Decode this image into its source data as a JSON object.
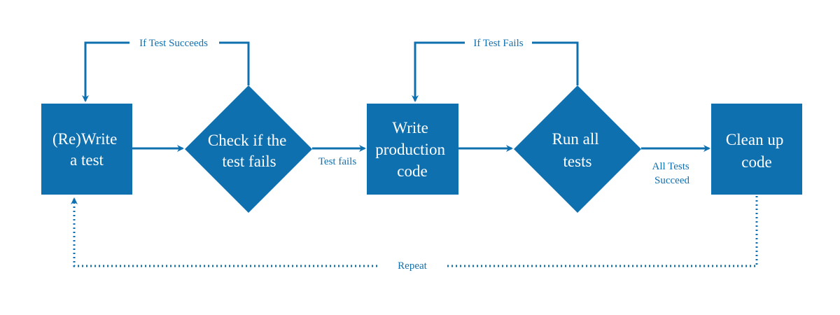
{
  "colors": {
    "node_fill": "#0f70b0",
    "node_text": "#ffffff",
    "edge": "#0f70b0",
    "edge_text": "#0f70b0",
    "background": "#ffffff"
  },
  "nodes": {
    "rewrite_test": {
      "shape": "rectangle",
      "lines": [
        "(Re)Write",
        "a test"
      ]
    },
    "check_fails": {
      "shape": "diamond",
      "lines": [
        "Check if the",
        "test fails"
      ]
    },
    "write_production": {
      "shape": "rectangle",
      "lines": [
        "Write",
        "production",
        "code"
      ]
    },
    "run_tests": {
      "shape": "diamond",
      "lines": [
        "Run all",
        "tests"
      ]
    },
    "clean_up": {
      "shape": "rectangle",
      "lines": [
        "Clean up",
        "code"
      ]
    }
  },
  "edges": {
    "if_test_succeeds": {
      "label": "If Test Succeeds",
      "style": "solid"
    },
    "test_fails": {
      "label": "Test fails",
      "style": "solid"
    },
    "if_test_fails": {
      "label": "If Test Fails",
      "style": "solid"
    },
    "all_tests_succeed": {
      "lines": [
        "All Tests",
        "Succeed"
      ],
      "style": "solid"
    },
    "repeat": {
      "label": "Repeat",
      "style": "dotted"
    }
  }
}
